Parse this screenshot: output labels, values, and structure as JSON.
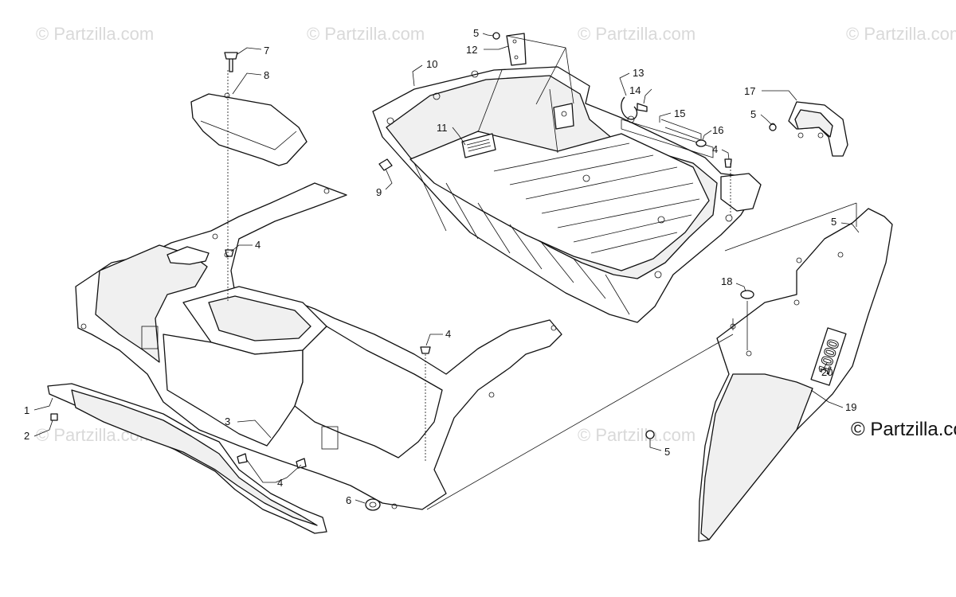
{
  "watermark_text": "© Partzilla.com",
  "copyright_text": "© Partzilla.com",
  "callouts": [
    {
      "id": "c1",
      "label": "1"
    },
    {
      "id": "c2",
      "label": "2"
    },
    {
      "id": "c3",
      "label": "3"
    },
    {
      "id": "c4a",
      "label": "4"
    },
    {
      "id": "c4b",
      "label": "4"
    },
    {
      "id": "c4c",
      "label": "4"
    },
    {
      "id": "c4d",
      "label": "4"
    },
    {
      "id": "c5a",
      "label": "5"
    },
    {
      "id": "c5b",
      "label": "5"
    },
    {
      "id": "c5c",
      "label": "5"
    },
    {
      "id": "c5d",
      "label": "5"
    },
    {
      "id": "c6",
      "label": "6"
    },
    {
      "id": "c7",
      "label": "7"
    },
    {
      "id": "c8",
      "label": "8"
    },
    {
      "id": "c9",
      "label": "9"
    },
    {
      "id": "c10",
      "label": "10"
    },
    {
      "id": "c11",
      "label": "11"
    },
    {
      "id": "c12",
      "label": "12"
    },
    {
      "id": "c13",
      "label": "13"
    },
    {
      "id": "c14",
      "label": "14"
    },
    {
      "id": "c15",
      "label": "15"
    },
    {
      "id": "c16",
      "label": "16"
    },
    {
      "id": "c17",
      "label": "17"
    },
    {
      "id": "c18",
      "label": "18"
    },
    {
      "id": "c19",
      "label": "19"
    },
    {
      "id": "c20",
      "label": "20"
    }
  ],
  "side_panel_badge": "1000"
}
